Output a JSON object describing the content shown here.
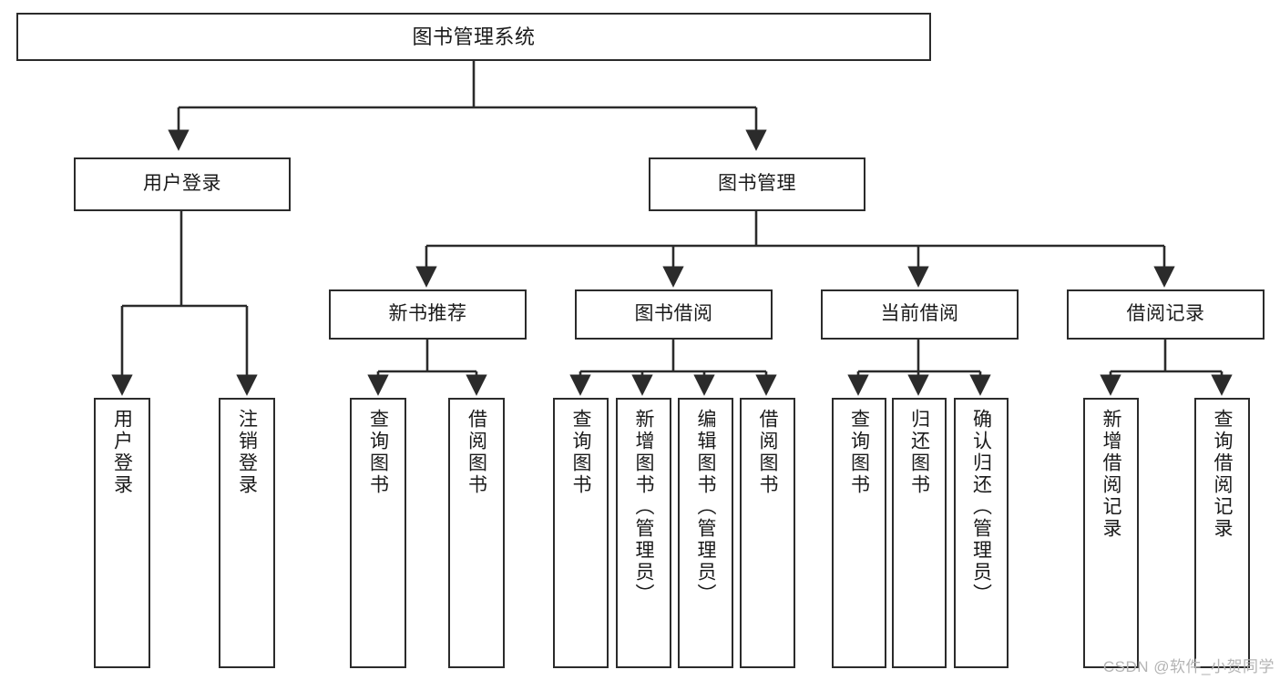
{
  "diagram": {
    "title": "图书管理系统",
    "type": "tree-hierarchy-chart",
    "stroke_color": "#2b2b2b",
    "background_color": "#ffffff",
    "text_color": "#1a1a1a"
  },
  "root": {
    "label": "图书管理系统"
  },
  "level2": [
    {
      "id": "user-login",
      "label": "用户登录"
    },
    {
      "id": "book-management",
      "label": "图书管理"
    }
  ],
  "level3": [
    {
      "id": "new-book-recommend",
      "label": "新书推荐"
    },
    {
      "id": "book-borrow",
      "label": "图书借阅"
    },
    {
      "id": "current-borrow",
      "label": "当前借阅"
    },
    {
      "id": "borrow-record",
      "label": "借阅记录"
    }
  ],
  "leaves": {
    "user_login": [
      {
        "id": "leaf-user-login",
        "label": "用户登录"
      },
      {
        "id": "leaf-logout-login",
        "label": "注销登录"
      }
    ],
    "new_book_recommend": [
      {
        "id": "leaf-query-book-1",
        "label": "查询图书"
      },
      {
        "id": "leaf-borrow-book-1",
        "label": "借阅图书"
      }
    ],
    "book_borrow": [
      {
        "id": "leaf-query-book-2",
        "label": "查询图书"
      },
      {
        "id": "leaf-add-book",
        "label": "新增图书（管理员）"
      },
      {
        "id": "leaf-edit-book",
        "label": "编辑图书（管理员）"
      },
      {
        "id": "leaf-borrow-book-2",
        "label": "借阅图书"
      }
    ],
    "current_borrow": [
      {
        "id": "leaf-query-book-3",
        "label": "查询图书"
      },
      {
        "id": "leaf-return-book",
        "label": "归还图书"
      },
      {
        "id": "leaf-confirm-return",
        "label": "确认归还（管理员）"
      }
    ],
    "borrow_record": [
      {
        "id": "leaf-add-borrow-record",
        "label": "新增借阅记录"
      },
      {
        "id": "leaf-query-borrow-record",
        "label": "查询借阅记录"
      }
    ]
  },
  "watermark": {
    "text": "CSDN @软件_小贺同学"
  }
}
